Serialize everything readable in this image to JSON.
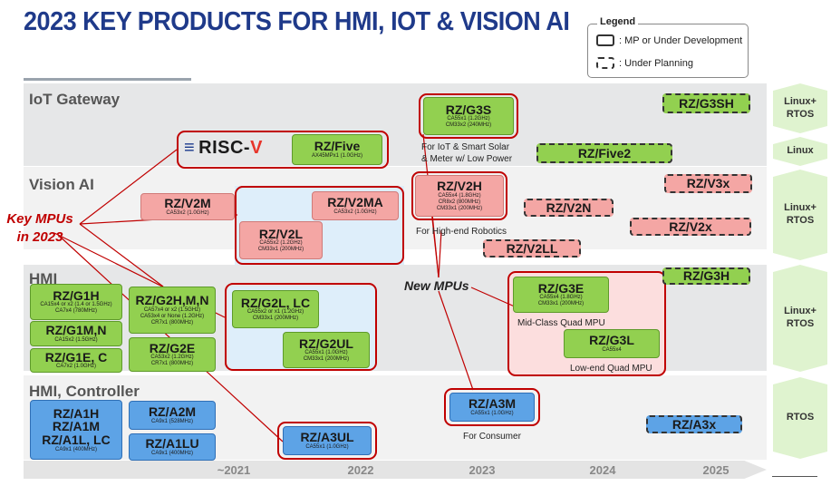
{
  "title": "2023 KEY PRODUCTS FOR HMI, IOT & VISION AI",
  "legend": {
    "title": "Legend",
    "items": [
      {
        "label": ": MP or Under Development"
      },
      {
        "label": ": Under Planning"
      }
    ]
  },
  "segments": {
    "iot_gateway": "IoT Gateway",
    "vision_ai": "Vision AI",
    "hmi": "HMI",
    "hmi_controller": "HMI, Controller"
  },
  "timeline": [
    "~2021",
    "2022",
    "2023",
    "2024",
    "2025"
  ],
  "os_tags": {
    "iot": "Linux+\nRTOS",
    "iot_linux": "Linux",
    "vision": "Linux+\nRTOS",
    "hmi": "Linux+\nRTOS",
    "controller": "RTOS"
  },
  "annotations": {
    "key_mpus": "Key MPUs\nin 2023",
    "new_mpus": "New MPUs"
  },
  "risc_v": {
    "logo_text": "RISC-V"
  },
  "products": {
    "g3s": {
      "name": "RZ/G3S",
      "spec": "CA55x1 (1.2GHz)\nCM33x2 (240MHz)"
    },
    "g3sh": {
      "name": "RZ/G3SH"
    },
    "five": {
      "name": "RZ/Five",
      "spec": "AX45MPx1 (1.0GHz)"
    },
    "five2": {
      "name": "RZ/Five2"
    },
    "v2m": {
      "name": "RZ/V2M",
      "spec": "CA53x2 (1.0GHz)"
    },
    "v2ma": {
      "name": "RZ/V2MA",
      "spec": "CA53x2 (1.0GHz)"
    },
    "v2l": {
      "name": "RZ/V2L",
      "spec": "CA55x2 (1.2GHz)\nCM33x1 (200MHz)"
    },
    "v2h": {
      "name": "RZ/V2H",
      "spec": "CA55x4 (1.8GHz)\nCR8x2 (800MHz)\nCM33x1 (200MHz)"
    },
    "v2n": {
      "name": "RZ/V2N"
    },
    "v2ll": {
      "name": "RZ/V2LL"
    },
    "v3x": {
      "name": "RZ/V3x"
    },
    "v2x": {
      "name": "RZ/V2x"
    },
    "g1h": {
      "name": "RZ/G1H",
      "spec": "CA15x4 or x2 (1.4 or 1.5GHz)\nCA7x4 (780MHz)"
    },
    "g1mn": {
      "name": "RZ/G1M,N",
      "spec": "CA15x2 (1.5GHz)"
    },
    "g1ec": {
      "name": "RZ/G1E, C",
      "spec": "CA7x2 (1.0GHz)"
    },
    "g2hmn": {
      "name": "RZ/G2H,M,N",
      "spec": "CA57x4 or x2 (1.5GHz)\nCA53x4 or None (1.2GHz)\nCR7x1 (800MHz)"
    },
    "g2e": {
      "name": "RZ/G2E",
      "spec": "CA53x2 (1.2GHz)\nCR7x1 (800MHz)"
    },
    "g2llc": {
      "name": "RZ/G2L, LC",
      "spec": "CA55x2 or x1 (1.2GHz)\nCM33x1 (200MHz)"
    },
    "g2ul": {
      "name": "RZ/G2UL",
      "spec": "CA55x1 (1.0GHz)\nCM33x1 (200MHz)"
    },
    "g3e": {
      "name": "RZ/G3E",
      "spec": "CA55x4 (1.8GHz)\nCM33x1 (200MHz)"
    },
    "g3l": {
      "name": "RZ/G3L",
      "spec": "CA55x4"
    },
    "g3h": {
      "name": "RZ/G3H"
    },
    "a1": {
      "name": "RZ/A1H\nRZ/A1M\nRZ/A1L, LC",
      "spec": "CA9x1 (400MHz)"
    },
    "a2m": {
      "name": "RZ/A2M",
      "spec": "CA9x1 (528MHz)"
    },
    "a1lu": {
      "name": "RZ/A1LU",
      "spec": "CA9x1 (400MHz)"
    },
    "a3ul": {
      "name": "RZ/A3UL",
      "spec": "CA55x1 (1.0GHz)"
    },
    "a3m": {
      "name": "RZ/A3M",
      "spec": "CA55x1 (1.0GHz)"
    },
    "a3x": {
      "name": "RZ/A3x"
    }
  },
  "captions": {
    "g3s": "For IoT & Smart Solar\n& Meter w/ Low Power",
    "v2h": "For High-end Robotics",
    "g3e": "Mid-Class Quad MPU",
    "g3l": "Low-end Quad MPU",
    "a3m": "For Consumer"
  },
  "colors": {
    "title": "#1f3a8a",
    "mp_green": "#92d050",
    "vision_pink": "#f4a6a4",
    "controller_blue": "#5da3e6",
    "highlight_red": "#c00000",
    "os_tag": "#dff3cf"
  }
}
